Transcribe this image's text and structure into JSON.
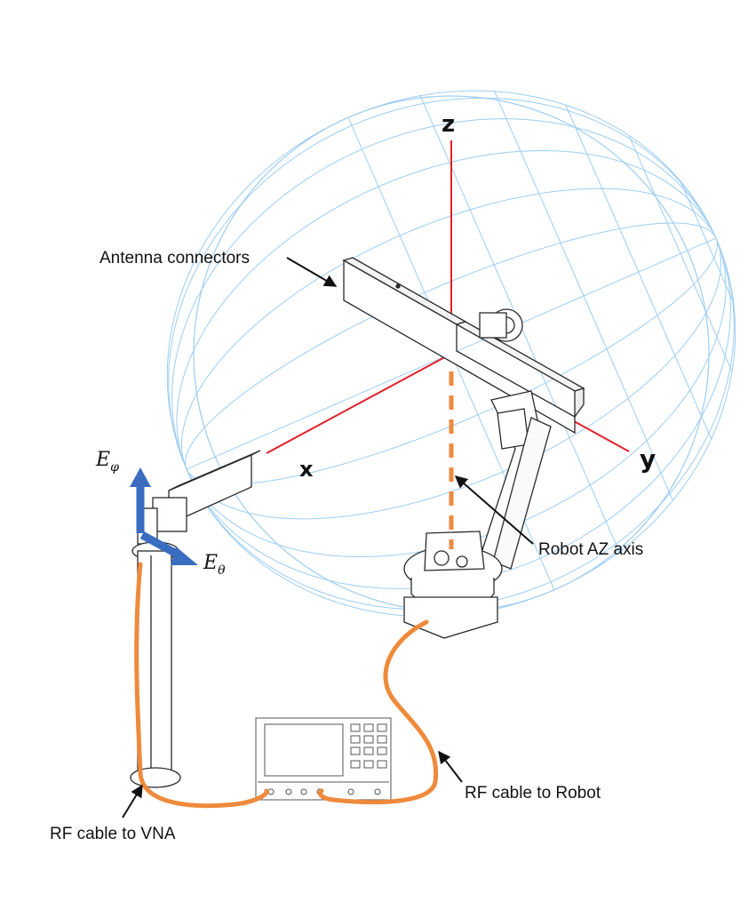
{
  "labels": {
    "antenna_connectors": "Antenna connectors",
    "robot_az_axis": "Robot AZ axis",
    "rf_cable_robot": "RF cable to Robot",
    "rf_cable_vna": "RF cable to VNA"
  },
  "axes": {
    "z": "z",
    "y": "y",
    "x": "x"
  },
  "field_components": {
    "e_phi": {
      "base": "E",
      "sub": "φ"
    },
    "e_theta": {
      "base": "E",
      "sub": "θ"
    }
  },
  "colors": {
    "sphere_grid": "#9dcdf2",
    "axis_red": "#e0202a",
    "az_axis_dashed": "#ee8a3c",
    "cable_orange": "#ee8a3c",
    "field_arrow_blue": "#3a6cc0",
    "line_art": "#2a2a2a"
  }
}
